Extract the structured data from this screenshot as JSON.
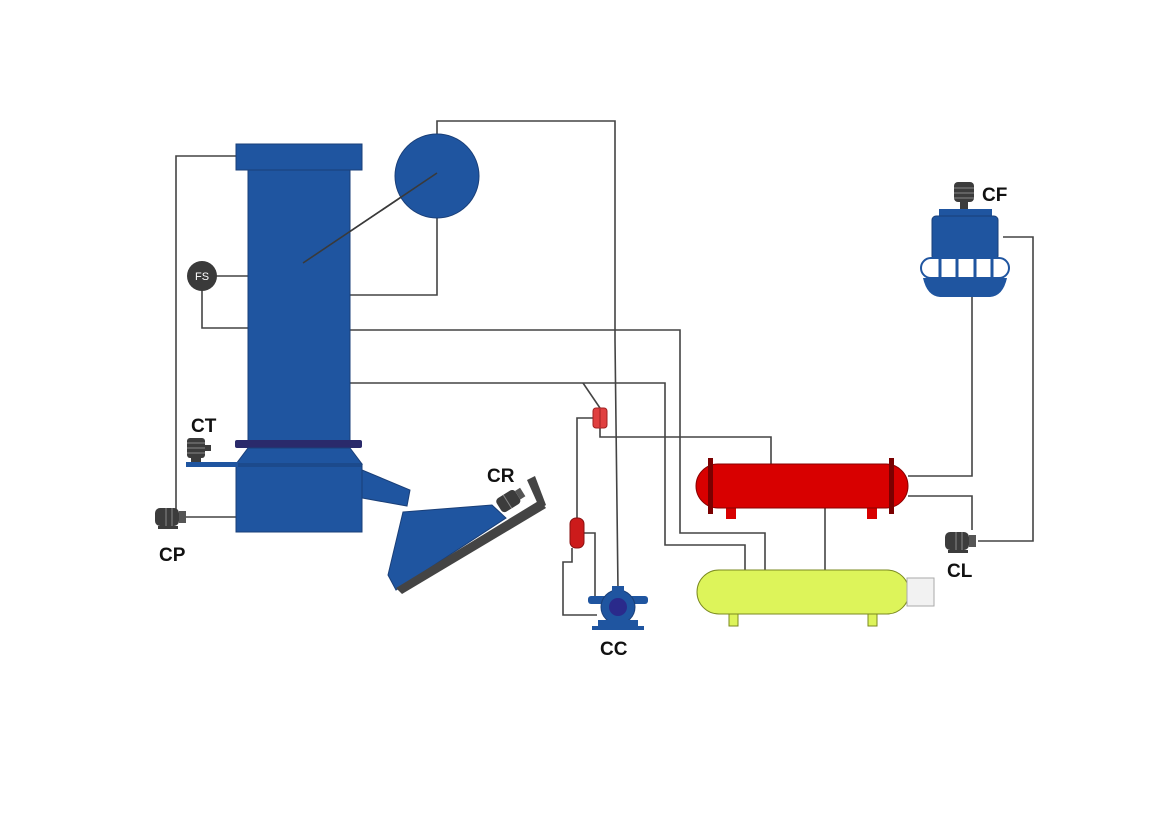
{
  "labels": {
    "ct": "CT",
    "cp": "CP",
    "cr": "CR",
    "cc": "CC",
    "cf": "CF",
    "cl": "CL",
    "fs": "FS"
  },
  "colors": {
    "equipment_blue": "#1f55a0",
    "collar_purple": "#2a2a6b",
    "condenser_red": "#d80000",
    "receiver_yellow": "#ddf45a",
    "motor_gray": "#3c3c3c",
    "pipe": "#444444",
    "sensor_dark": "#3a3a3a",
    "small_red": "#e04040"
  }
}
